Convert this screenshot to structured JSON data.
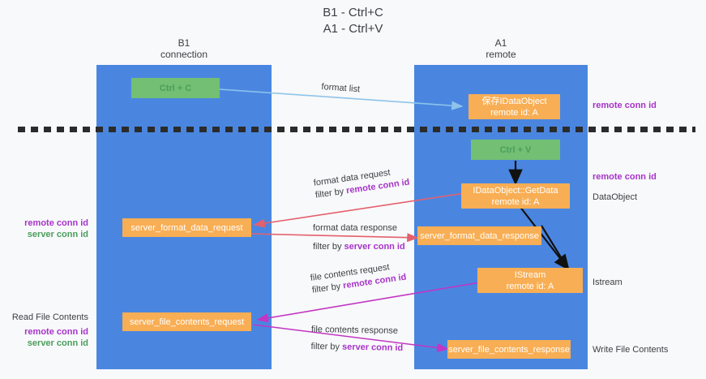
{
  "title": {
    "line1": "B1 - Ctrl+C",
    "line2": "A1 - Ctrl+V"
  },
  "columns": {
    "left": {
      "name": "B1",
      "role": "connection"
    },
    "right": {
      "name": "A1",
      "role": "remote"
    }
  },
  "colors": {
    "lane": "#4a86e0",
    "node_orange": "#f8ae54",
    "node_green": "#73bf73",
    "accent_purple": "#a733c9",
    "accent_green": "#4a9e5c",
    "arrow_blue": "#8ec4ea",
    "arrow_red": "#e4606d",
    "arrow_magenta": "#c335c3",
    "arrow_black": "#111111",
    "background": "#f8f9fa",
    "divider": "#2b2b2b"
  },
  "nodes": {
    "ctrl_c": {
      "label": "Ctrl + C"
    },
    "ctrl_v": {
      "label": "Ctrl + V"
    },
    "save_dataobject": {
      "line1": "保存IDataObject",
      "line2": "remote id: A"
    },
    "getdata": {
      "line1": "IDataObject::GetData",
      "line2": "remote id: A"
    },
    "istream": {
      "line1": "IStream",
      "line2": "remote id: A"
    },
    "server_format_data_request": {
      "label": "server_format_data_request"
    },
    "server_format_data_response": {
      "label": "server_format_data_response"
    },
    "server_file_contents_request": {
      "label": "server_file_contents_request"
    },
    "server_file_contents_response": {
      "label": "server_file_contents_response"
    }
  },
  "arrow_labels": {
    "format_list": "format list",
    "format_data_request": "format data request",
    "format_data_request_filter_prefix": "filter by ",
    "format_data_request_filter_key": "remote conn id",
    "format_data_response": "format data response",
    "format_data_response_filter_prefix": "filter by ",
    "format_data_response_filter_key": "server conn id",
    "file_contents_request": "file contents request",
    "file_contents_request_filter_prefix": "filter by ",
    "file_contents_request_filter_key": "remote conn id",
    "file_contents_response": "file contents response",
    "file_contents_response_filter_prefix": "filter by ",
    "file_contents_response_filter_key": "server conn id"
  },
  "annotations": {
    "right_remote_conn_id_top": "remote conn id",
    "right_remote_conn_id_mid": "remote conn id",
    "right_dataobject": "DataObject",
    "right_istream": "Istream",
    "right_write_file_contents": "Write File Contents",
    "left_remote_conn_id_mid": "remote conn id",
    "left_server_conn_id_mid": "server conn id",
    "left_read_file_contents": "Read File Contents",
    "left_remote_conn_id_bottom": "remote conn id",
    "left_server_conn_id_bottom": "server conn id"
  }
}
